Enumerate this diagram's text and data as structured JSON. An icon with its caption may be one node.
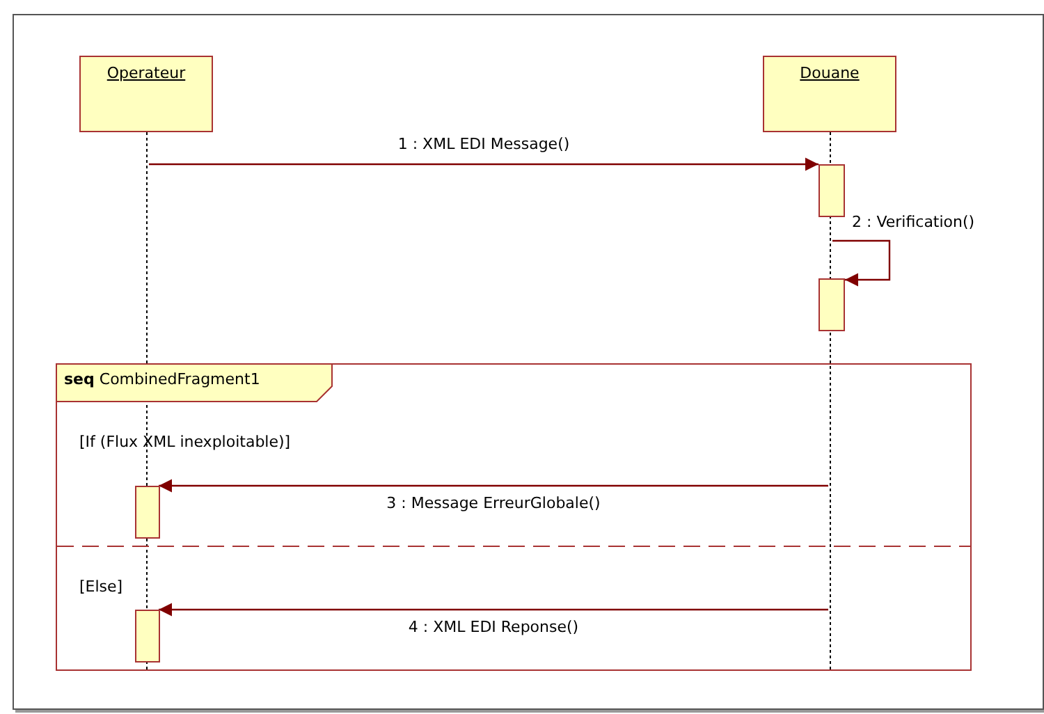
{
  "diagram": {
    "nodes": [
      {
        "text": [
          "Operateur"
        ]
      },
      {
        "text": [
          "Douane"
        ]
      },
      {
        "text": [],
        "shape": "line"
      },
      {
        "text": [],
        "shape": "line"
      },
      {
        "text": [],
        "shape": "bar"
      },
      {
        "text": [],
        "shape": "bar"
      },
      {
        "text": [
          "**seq** CombinedFragment1"
        ]
      },
      {
        "text": [],
        "shape": "bar",
        "in": 6
      },
      {
        "text": [],
        "shape": "bar",
        "in": 6
      }
    ],
    "edges": [
      {
        "from": 2,
        "to": 4,
        "arrow": "to",
        "label": "1 : XML EDI Message()"
      },
      {
        "from": 3,
        "to": 5,
        "arrow": "to",
        "label": "2 : Verification()"
      },
      {
        "from": 3,
        "to": 7,
        "arrow": "to",
        "label": "3 : Message ErreurGlobale()"
      },
      {
        "from": 3,
        "to": 8,
        "arrow": "to",
        "label": "4 : XML EDI Reponse()"
      }
    ],
    "labels": [
      "[If (Flux XML inexploitable)]",
      "[Else]"
    ]
  }
}
